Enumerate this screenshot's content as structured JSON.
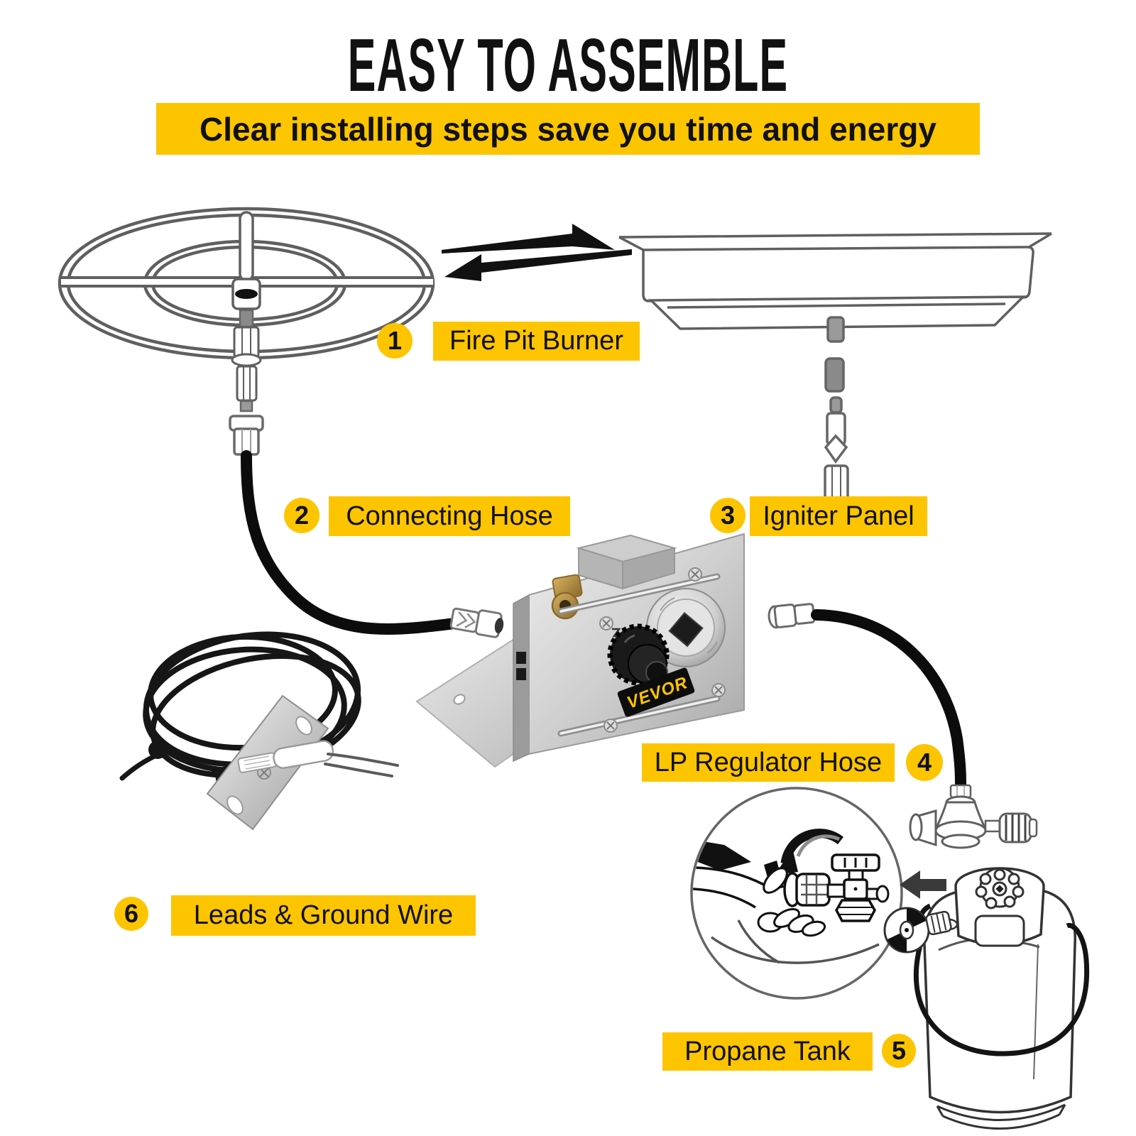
{
  "header": {
    "title": "EASY TO ASSEMBLE",
    "subtitle": "Clear installing steps save you time and energy"
  },
  "parts": [
    {
      "num": "1",
      "label": "Fire Pit Burner"
    },
    {
      "num": "2",
      "label": "Connecting Hose"
    },
    {
      "num": "3",
      "label": "Igniter Panel"
    },
    {
      "num": "4",
      "label": "LP Regulator Hose"
    },
    {
      "num": "5",
      "label": "Propane Tank"
    },
    {
      "num": "6",
      "label": "Leads & Ground Wire"
    }
  ],
  "brand": {
    "logo_text": "VEVOR"
  },
  "colors": {
    "accent_yellow": "#FDC500",
    "text_black": "#111111",
    "line_art_gray": "#5f5f5f",
    "hose_black": "#0c0c0c",
    "steel_light": "#e2e2e2",
    "steel_dark": "#aeaeae"
  }
}
